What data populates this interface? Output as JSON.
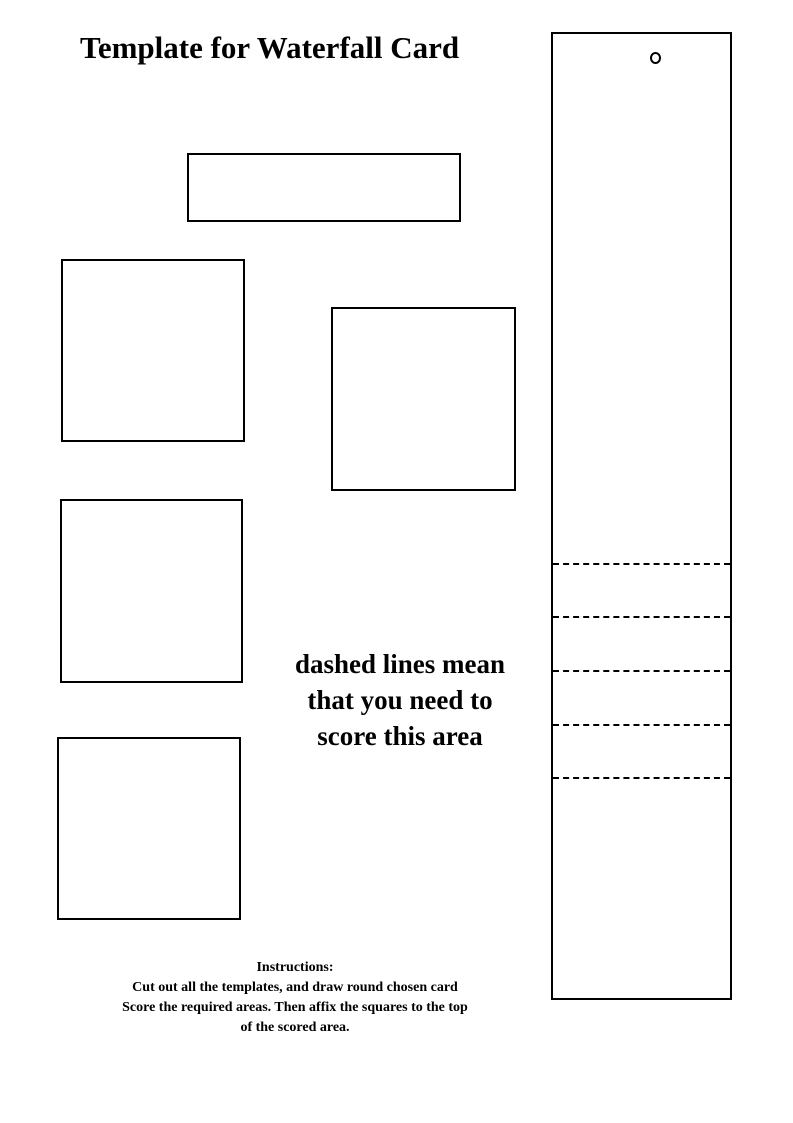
{
  "header": {
    "title": "Template for Waterfall Card"
  },
  "scoring_note": {
    "lines": [
      "dashed lines mean",
      "that you need to",
      "score this area"
    ]
  },
  "instructions": {
    "heading": "Instructions:",
    "lines": [
      "Cut out all the templates, and draw round chosen card",
      "Score the required areas.  Then affix the squares to the top",
      "of the scored area."
    ]
  }
}
